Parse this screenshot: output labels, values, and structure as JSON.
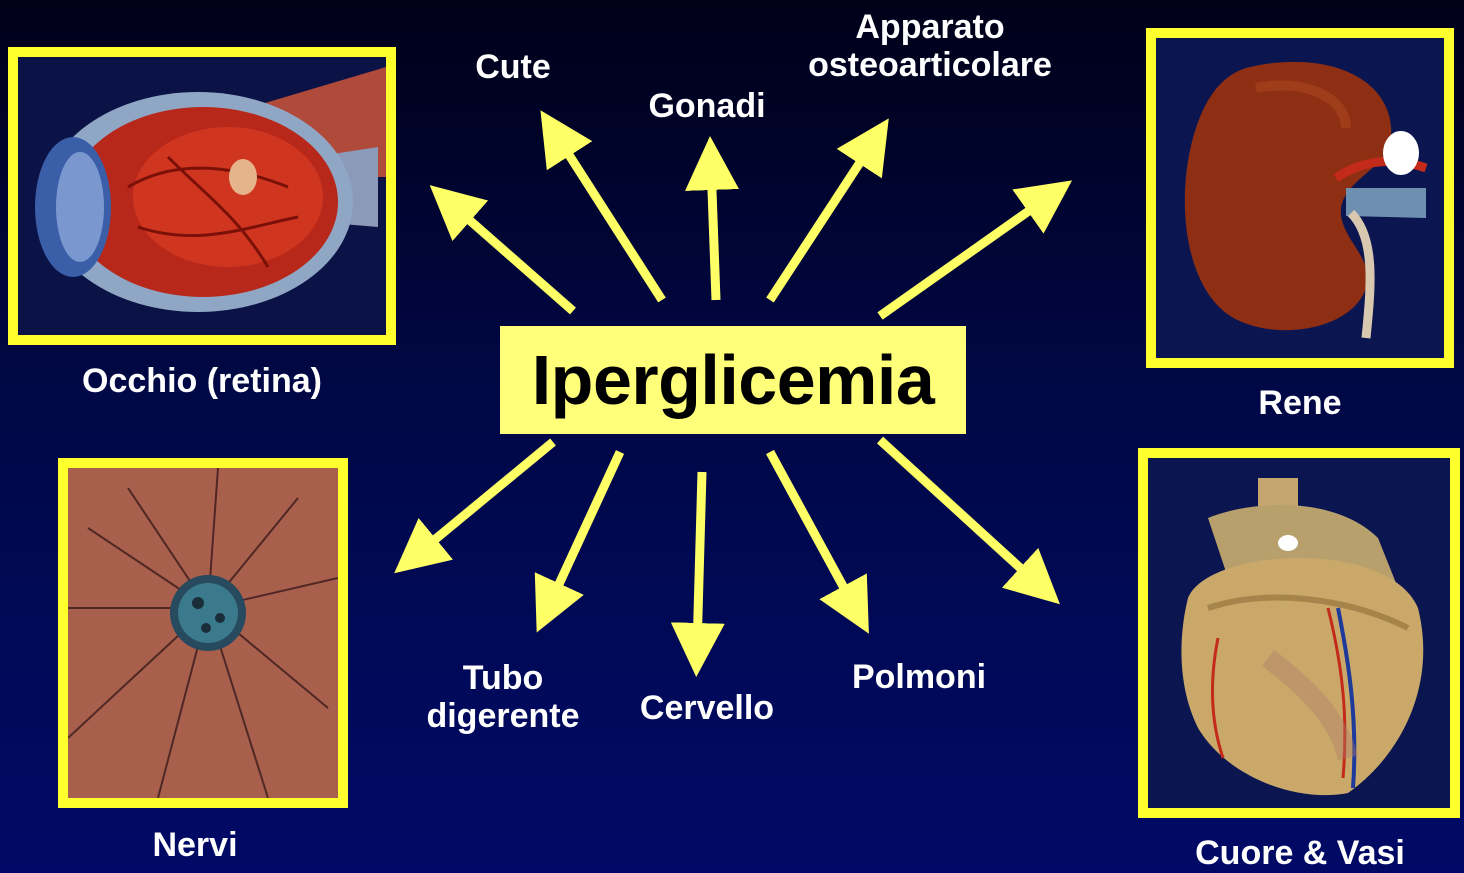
{
  "center": {
    "label": "Iperglicemia"
  },
  "organs": {
    "occhio": "Occhio (retina)",
    "rene": "Rene",
    "nervi": "Nervi",
    "cuore": "Cuore & Vasi"
  },
  "targets": {
    "cute": "Cute",
    "gonadi": "Gonadi",
    "apparato_line1": "Apparato",
    "apparato_line2": "osteoarticolare",
    "tubo_line1": "Tubo",
    "tubo_line2": "digerente",
    "cervello": "Cervello",
    "polmoni": "Polmoni"
  },
  "colors": {
    "background": "#000a66",
    "accent_yellow": "#ffff2e",
    "center_box": "#ffff7a",
    "text": "#ffffff"
  }
}
